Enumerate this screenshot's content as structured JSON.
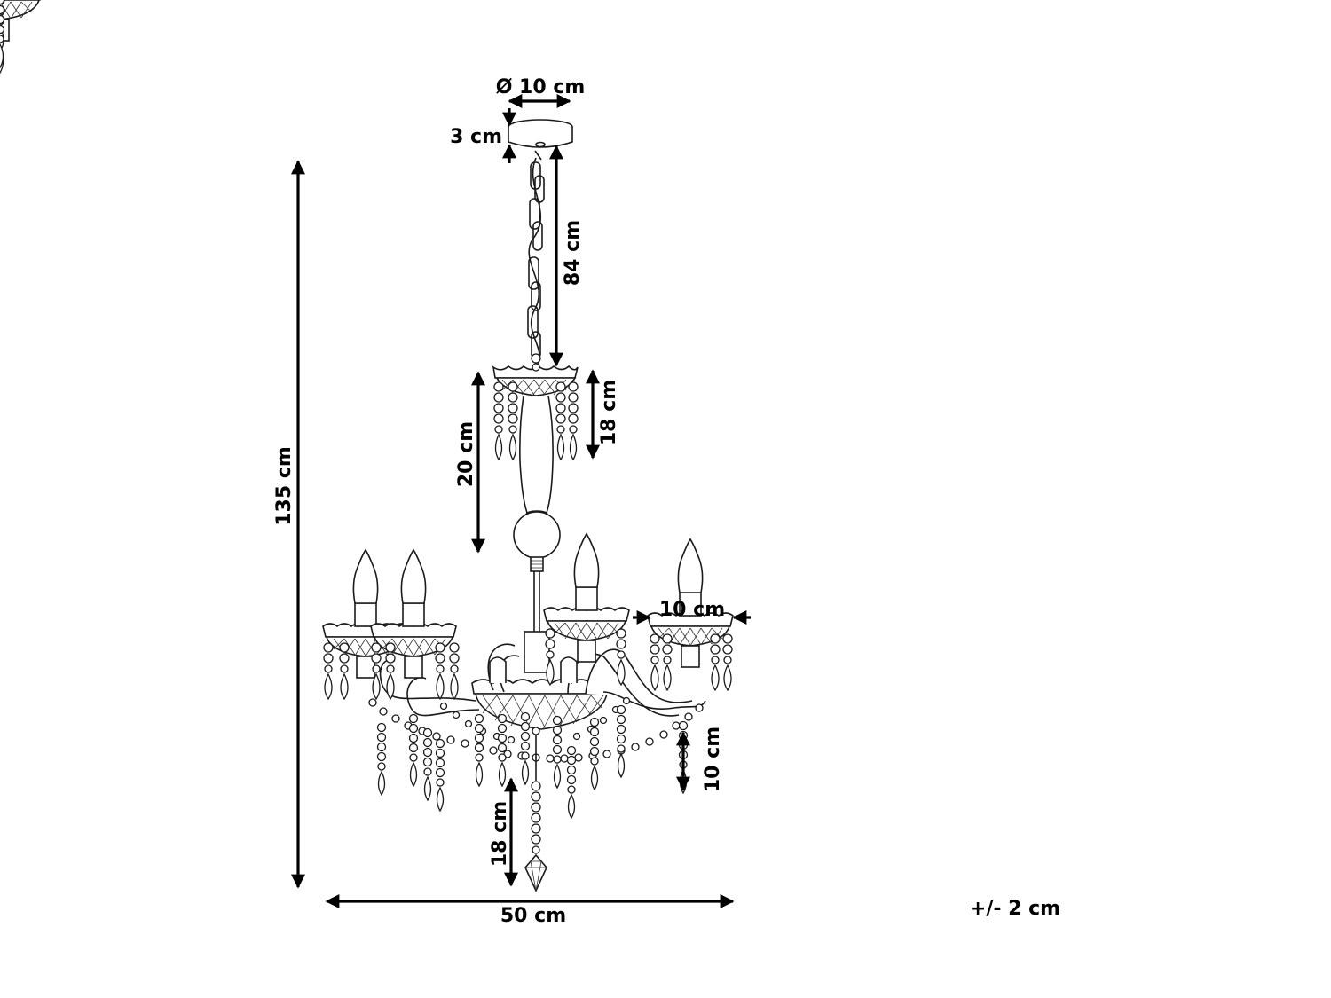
{
  "diagram": {
    "dimensions": {
      "canopy_diameter": "Ø 10 cm",
      "canopy_height": "3 cm",
      "chain_length": "84 cm",
      "stem_length": "20 cm",
      "top_cup_drop": "18 cm",
      "total_height": "135 cm",
      "arm_cup_width": "10 cm",
      "arm_crystal_drop": "10 cm",
      "bottom_drop": "18 cm",
      "total_width": "50 cm"
    },
    "tolerance": "+/- 2 cm"
  }
}
